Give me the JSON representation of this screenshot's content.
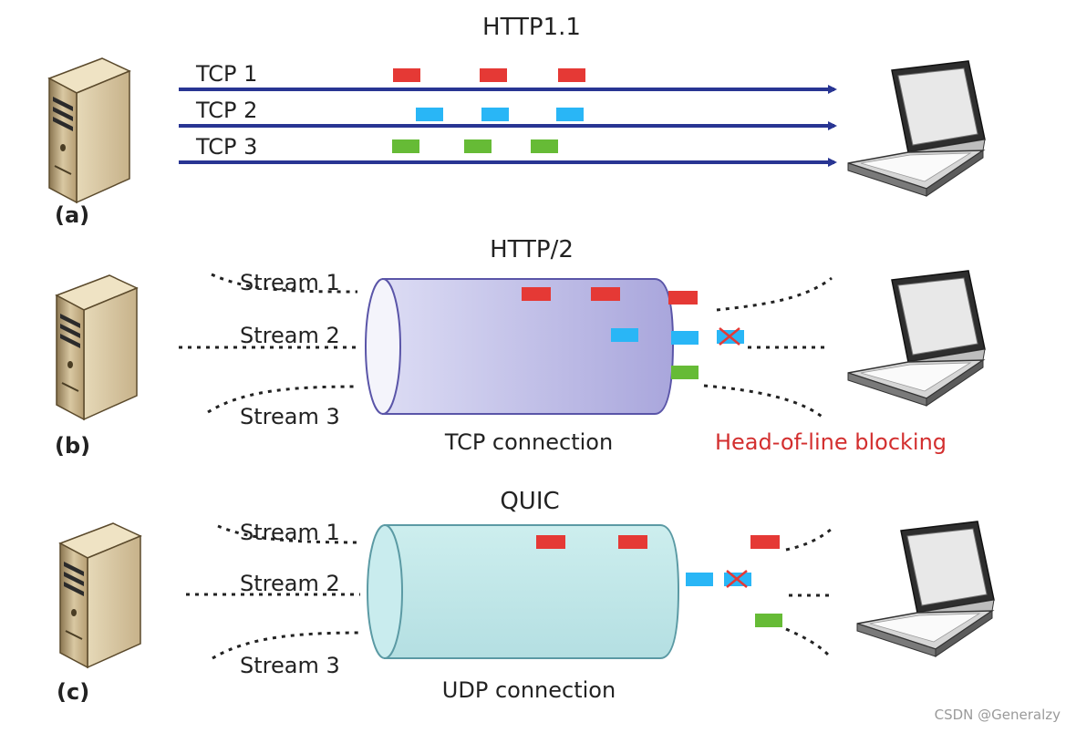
{
  "panels": [
    {
      "letter": "(a)",
      "title": "HTTP1.1",
      "lines": [
        "TCP 1",
        "TCP 2",
        "TCP 3"
      ]
    },
    {
      "letter": "(b)",
      "title": "HTTP/2",
      "streams": [
        "Stream 1",
        "Stream 2",
        "Stream 3"
      ],
      "pipe_label": "TCP connection",
      "blocking_label": "Head-of-line blocking"
    },
    {
      "letter": "(c)",
      "title": "QUIC",
      "streams": [
        "Stream 1",
        "Stream 2",
        "Stream 3"
      ],
      "pipe_label": "UDP connection"
    }
  ],
  "watermark": "CSDN @Generalzy",
  "colors": {
    "arrow": "#283593",
    "red": "#e53935",
    "blue": "#29b6f6",
    "green": "#66bb36",
    "tcp_pipe": "#b8b6e2",
    "udp_pipe": "#bfe6e8",
    "blocking_text": "#d32f2f",
    "cross": "#e53935"
  },
  "icons": [
    "server-icon",
    "laptop-icon",
    "cross-icon"
  ]
}
